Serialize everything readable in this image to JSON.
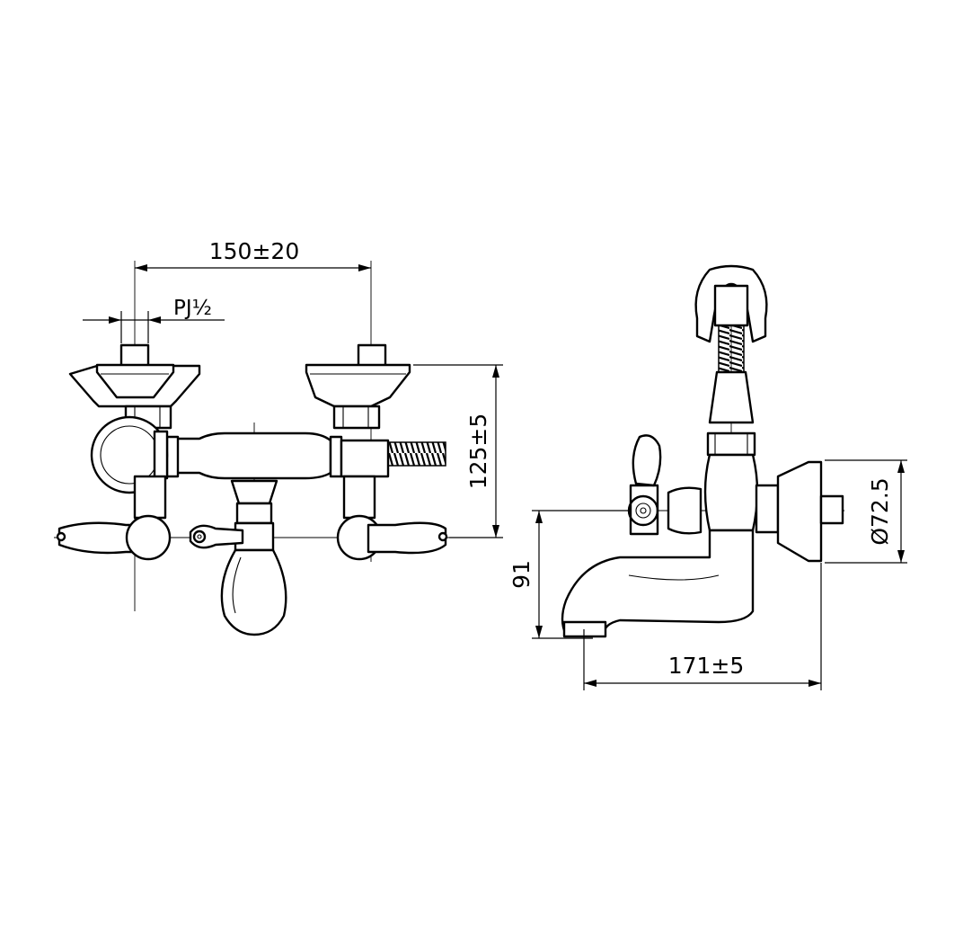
{
  "drawing": {
    "front_view": {
      "dims": {
        "center_distance": "150±20",
        "inlet_thread": "PJ½",
        "height": "125±5"
      }
    },
    "side_view": {
      "dims": {
        "spout_drop": "91",
        "projection": "171±5",
        "flange_diameter": "Ø72.5"
      }
    }
  }
}
